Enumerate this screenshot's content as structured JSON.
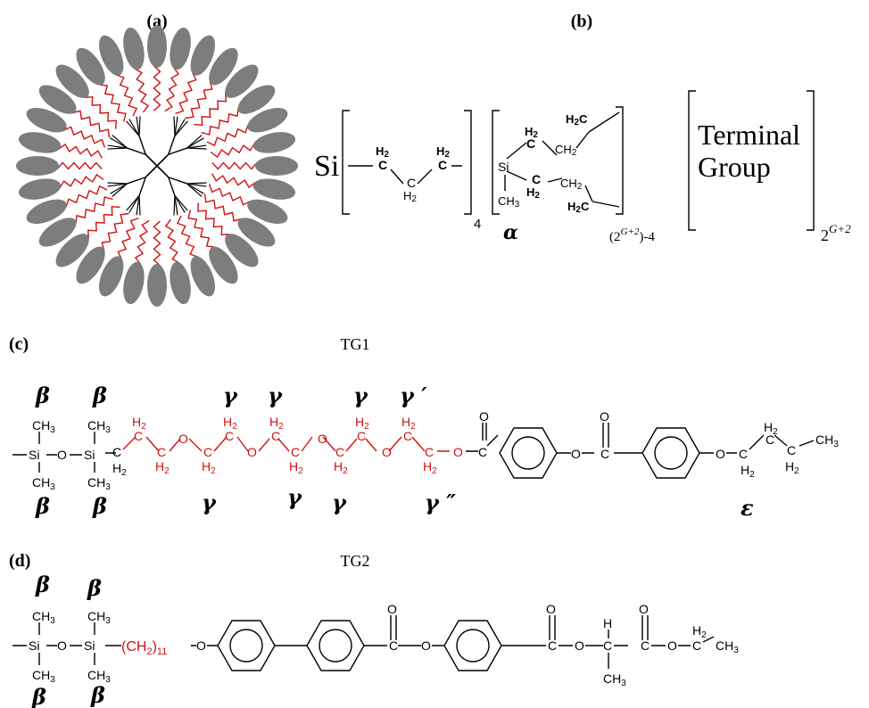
{
  "panels": {
    "a": {
      "label": "(a)"
    },
    "b": {
      "label": "(b)",
      "core_atom": "Si",
      "core_repeat": "4",
      "branch_repeat_base": "(2",
      "branch_repeat_exp": "G+2",
      "branch_repeat_tail": ")-4",
      "branch_greek": "α",
      "terminal_line1": "Terminal",
      "terminal_line2": "Group",
      "terminal_repeat_base": "2",
      "terminal_repeat_exp": "G+2",
      "atoms": {
        "h2": "H",
        "c": "C",
        "si": "Si",
        "ch3": "CH",
        "ch2": "CH",
        "sub2": "2",
        "sub3": "3"
      }
    },
    "c": {
      "label": "(c)",
      "title": "TG1",
      "greek": {
        "beta": "β",
        "gamma": "γ",
        "gamma_prime": "γ ′",
        "gamma_dprime": "γ ″",
        "epsilon": "ε"
      }
    },
    "d": {
      "label": "(d)",
      "title": "TG2",
      "spacer": "(CH",
      "spacer_sub": "2",
      "spacer_n": "11"
    }
  },
  "atoms": {
    "si": "Si",
    "o": "O",
    "c": "C",
    "h": "H",
    "ch3": "CH",
    "sub2": "2",
    "sub3": "3"
  },
  "colors": {
    "mesogen_gray": "#7d7d7d",
    "spacer_red": "#d01010",
    "core_black": "#000000"
  }
}
